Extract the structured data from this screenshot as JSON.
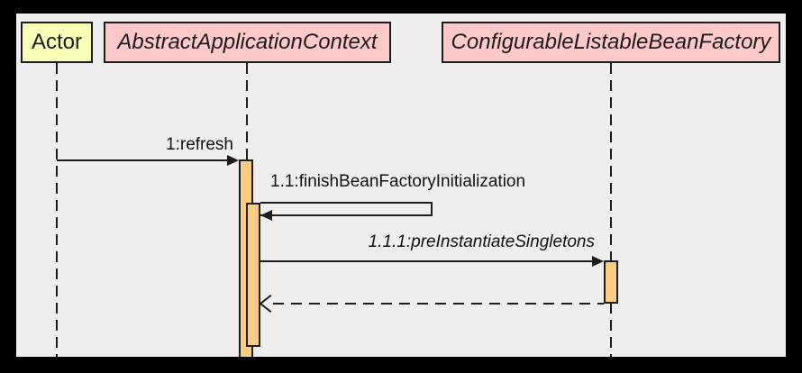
{
  "diagram": {
    "type": "uml-sequence-diagram",
    "colors": {
      "frame": "#000000",
      "canvas_background": "#eeeeee",
      "actor_fill": "#fcffb8",
      "class_fill": "#ffc9c9",
      "activation_fill": "#fccc82",
      "line": "#1c1c1c"
    },
    "participants": [
      {
        "name": "Actor",
        "kind": "actor"
      },
      {
        "name": "AbstractApplicationContext",
        "kind": "class"
      },
      {
        "name": "ConfigurableListableBeanFactory",
        "kind": "class"
      }
    ],
    "messages": [
      {
        "label": "1:refresh",
        "from": "Actor",
        "to": "AbstractApplicationContext",
        "kind": "call"
      },
      {
        "label": "1.1:finishBeanFactoryInitialization",
        "from": "AbstractApplicationContext",
        "to": "AbstractApplicationContext",
        "kind": "self-call"
      },
      {
        "label": "1.1.1:preInstantiateSingletons",
        "from": "AbstractApplicationContext",
        "to": "ConfigurableListableBeanFactory",
        "kind": "call"
      },
      {
        "label": "",
        "from": "ConfigurableListableBeanFactory",
        "to": "AbstractApplicationContext",
        "kind": "return"
      }
    ]
  }
}
